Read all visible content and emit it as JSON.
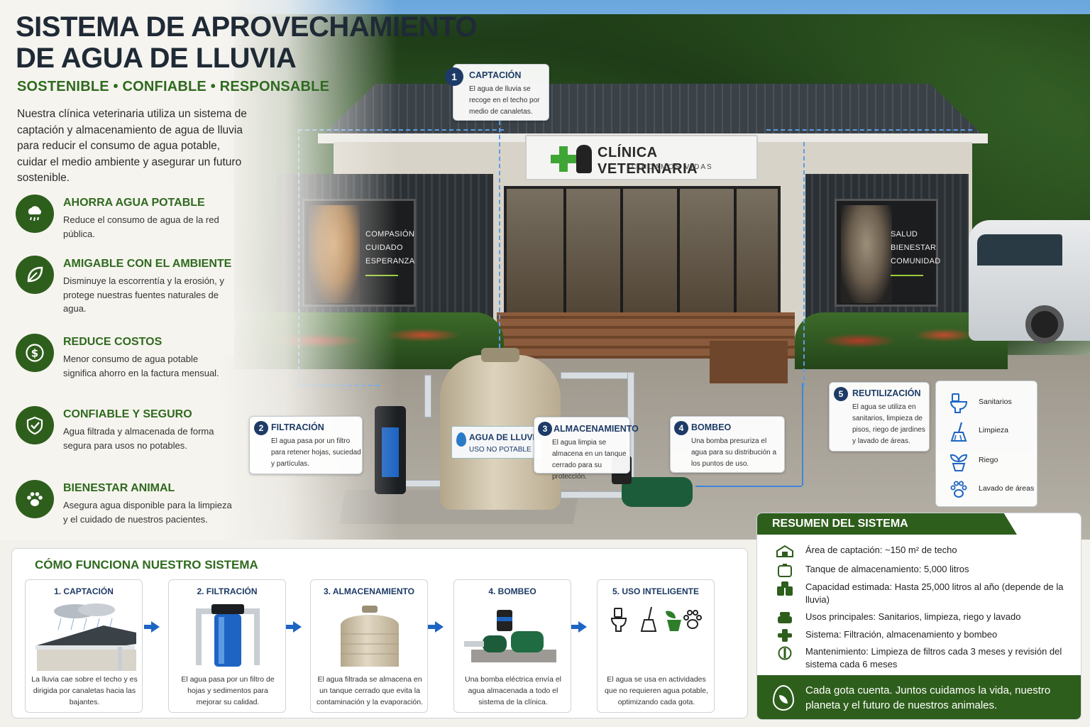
{
  "title": {
    "line1": "SISTEMA DE APROVECHAMIENTO",
    "line2": "DE AGUA DE LLUVIA",
    "tagline": "SOSTENIBLE • CONFIABLE • RESPONSABLE"
  },
  "intro": "Nuestra clínica veterinaria utiliza un sistema de captación y almacenamiento de agua de lluvia para reducir el consumo de agua potable, cuidar el medio ambiente y asegurar un futuro sostenible.",
  "benefits": [
    {
      "icon": "rain-cloud-icon",
      "title": "AHORRA AGUA POTABLE",
      "desc": "Reduce el consumo de agua de la red pública."
    },
    {
      "icon": "leaf-icon",
      "title": "AMIGABLE CON EL AMBIENTE",
      "desc": "Disminuye la escorrentía y la erosión, y protege nuestras fuentes naturales de agua."
    },
    {
      "icon": "dollar-icon",
      "title": "REDUCE COSTOS",
      "desc": "Menor consumo de agua potable significa ahorro en la factura mensual."
    },
    {
      "icon": "shield-check-icon",
      "title": "CONFIABLE Y SEGURO",
      "desc": "Agua filtrada y almacenada de forma segura para usos no potables."
    },
    {
      "icon": "paw-icon",
      "title": "BIENESTAR ANIMAL",
      "desc": "Asegura agua disponible para la limpieza y el cuidado de nuestros pacientes."
    }
  ],
  "sign": {
    "title": "CLÍNICA VETERINARIA",
    "subtitle": "CUIDAMOS VIDAS"
  },
  "posters": {
    "left": [
      "COMPASIÓN",
      "CUIDADO",
      "ESPERANZA"
    ],
    "right": [
      "SALUD",
      "BIENESTAR",
      "COMUNIDAD"
    ]
  },
  "tank_label": {
    "line1": "AGUA DE LLUVIA",
    "line2": "USO NO POTABLE"
  },
  "callouts": [
    {
      "num": "1",
      "title": "CAPTACIÓN",
      "text": "El agua de lluvia se recoge en el techo por medio de canaletas."
    },
    {
      "num": "2",
      "title": "FILTRACIÓN",
      "text": "El agua pasa por un filtro para retener hojas, suciedad y partículas."
    },
    {
      "num": "3",
      "title": "ALMACENAMIENTO",
      "text": "El agua limpia se almacena en un tanque cerrado para su protección."
    },
    {
      "num": "4",
      "title": "BOMBEO",
      "text": "Una bomba presuriza el agua para su distribución a los puntos de uso."
    },
    {
      "num": "5",
      "title": "REUTILIZACIÓN",
      "text": "El agua se utiliza en sanitarios, limpieza de pisos, riego de jardines y lavado de áreas."
    }
  ],
  "uses": [
    {
      "icon": "toilet-icon",
      "label": "Sanitarios"
    },
    {
      "icon": "broom-icon",
      "label": "Limpieza"
    },
    {
      "icon": "plant-icon",
      "label": "Riego"
    },
    {
      "icon": "paw-icon",
      "label": "Lavado de áreas"
    }
  ],
  "how": {
    "title": "CÓMO FUNCIONA NUESTRO SISTEMA",
    "steps": [
      {
        "title": "1. CAPTACIÓN",
        "desc": "La lluvia cae sobre el techo y es dirigida por canaletas hacia las bajantes."
      },
      {
        "title": "2. FILTRACIÓN",
        "desc": "El agua pasa por un filtro de hojas y sedimentos para mejorar su calidad."
      },
      {
        "title": "3. ALMACENAMIENTO",
        "desc": "El agua filtrada se almacena en un tanque cerrado que evita la contaminación y la evaporación."
      },
      {
        "title": "4. BOMBEO",
        "desc": "Una bomba eléctrica envía el agua almacenada a todo el sistema de la clínica."
      },
      {
        "title": "5. USO INTELIGENTE",
        "desc": "El agua se usa en actividades que no requieren agua potable, optimizando cada gota."
      }
    ]
  },
  "summary": {
    "title": "RESUMEN DEL SISTEMA",
    "rows": [
      {
        "icon": "roof-icon",
        "text": "Área de captación: ~150 m² de techo"
      },
      {
        "icon": "tank-icon",
        "text": "Tanque de almacenamiento: 5,000 litros"
      },
      {
        "icon": "capacity-icon",
        "text": "Capacidad estimada: Hasta 25,000 litros al año (depende de la lluvia)"
      },
      {
        "icon": "uses-icon",
        "text": "Usos principales: Sanitarios, limpieza, riego y lavado"
      },
      {
        "icon": "system-icon",
        "text": "Sistema: Filtración, almacenamiento y bombeo"
      },
      {
        "icon": "wrench-icon",
        "text": "Mantenimiento: Limpieza de filtros cada 3 meses y revisión del sistema cada 6 meses"
      }
    ],
    "footer": "Cada gota cuenta. Juntos cuidamos la vida, nuestro planeta y el futuro de nuestros animales."
  },
  "colors": {
    "accent_green": "#2e5e1c",
    "title_green": "#2f6a1f",
    "navy": "#1d3b66",
    "water_blue": "#1e65c3"
  }
}
